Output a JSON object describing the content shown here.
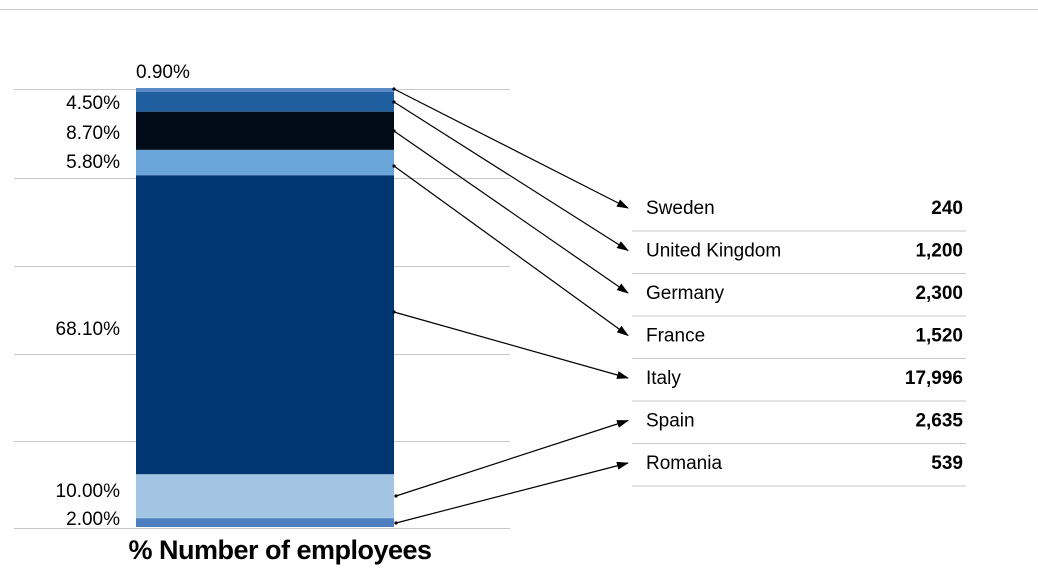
{
  "chart_data": {
    "type": "bar",
    "title": "% Number of employees",
    "series": [
      {
        "country": "Sweden",
        "percent": 0.9,
        "label": "0.90%",
        "employees": "240",
        "color": "#5b8ac6"
      },
      {
        "country": "United Kingdom",
        "percent": 4.5,
        "label": "4.50%",
        "employees": "1,200",
        "color": "#1f5fa0"
      },
      {
        "country": "Germany",
        "percent": 8.7,
        "label": "8.70%",
        "employees": "2,300",
        "color": "#020b18"
      },
      {
        "country": "France",
        "percent": 5.8,
        "label": "5.80%",
        "employees": "1,520",
        "color": "#6aa5d9"
      },
      {
        "country": "Italy",
        "percent": 68.1,
        "label": "68.10%",
        "employees": "17,996",
        "color": "#003672"
      },
      {
        "country": "Spain",
        "percent": 10.0,
        "label": "10.00%",
        "employees": "2,635",
        "color": "#a2c5e3"
      },
      {
        "country": "Romania",
        "percent": 2.0,
        "label": "2.00%",
        "employees": "539",
        "color": "#4d7fbf"
      }
    ],
    "ylim": [
      0,
      100
    ],
    "grid": true,
    "legend": "right"
  }
}
